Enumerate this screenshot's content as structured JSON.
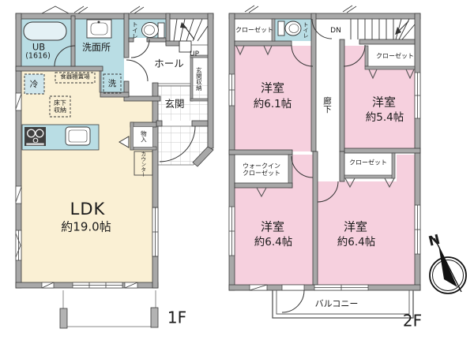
{
  "palette": {
    "wall_gray": "#a8a8a8",
    "ldk_cream": "#faf0d4",
    "bedroom_pink": "#f6d0de",
    "water_blue": "#b9dde4",
    "background": "#ffffff"
  },
  "floor1": {
    "label": "1F",
    "ub_line1": "UB",
    "ub_line2": "(1616)",
    "washroom": "洗面所",
    "toilet": "トイレ",
    "hall": "ホール",
    "stairs_up": "UP",
    "entrance_storage": "玄関収納",
    "entrance": "玄関",
    "fridge": "冷",
    "dish_shelf": "食器棚置場",
    "washer": "洗",
    "underfloor_line1": "床下",
    "underfloor_line2": "収納",
    "ldk_name": "LDK",
    "ldk_size": "約19.0帖",
    "storage": "物入",
    "counter": "カウンター"
  },
  "floor2": {
    "label": "2F",
    "closet_top_left": "クローゼット",
    "toilet": "トイレ",
    "stairs_down": "DN",
    "room_a_name": "洋室",
    "room_a_size": "約6.1帖",
    "corridor": "廊下",
    "closet_right": "クローゼット",
    "room_b_name": "洋室",
    "room_b_size": "約5.4帖",
    "walkin_line1": "ウォークイン",
    "walkin_line2": "クローゼット",
    "closet_bottom": "クローゼット",
    "room_c_name": "洋室",
    "room_c_size": "約6.4帖",
    "room_d_name": "洋室",
    "room_d_size": "約6.4帖",
    "balcony": "バルコニー"
  },
  "compass": {
    "north_label": "N"
  }
}
